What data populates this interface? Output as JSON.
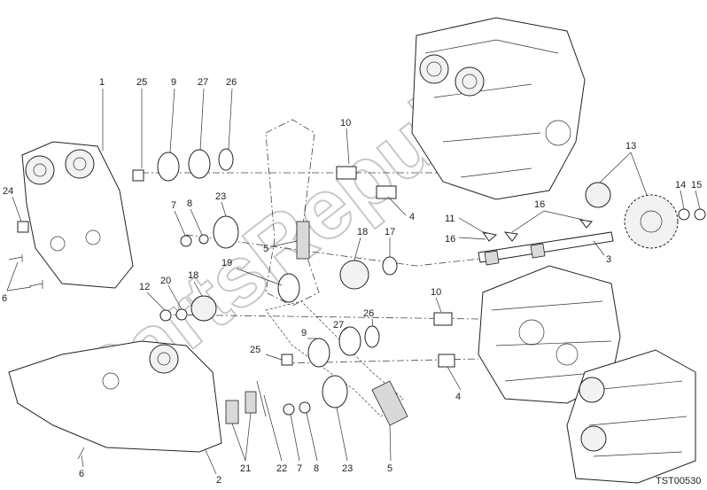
{
  "watermark": "PartsRepublik",
  "drawing_code": "TST00530",
  "callouts": {
    "c1": "1",
    "c25a": "25",
    "c9a": "9",
    "c27a": "27",
    "c26a": "26",
    "c10a": "10",
    "c24": "24",
    "c23a": "23",
    "c7a": "7",
    "c8a": "8",
    "c4a": "4",
    "c6a": "6",
    "c5a": "5",
    "c18a": "18",
    "c17": "17",
    "c11": "11",
    "c16a": "16",
    "c16b": "16",
    "c13": "13",
    "c14": "14",
    "c15": "15",
    "c3": "3",
    "c19": "19",
    "c12": "12",
    "c20": "20",
    "c18b": "18",
    "c10b": "10",
    "c26b": "26",
    "c27b": "27",
    "c9b": "9",
    "c25b": "25",
    "c4b": "4",
    "c2": "2",
    "c21": "21",
    "c22": "22",
    "c7b": "7",
    "c8b": "8",
    "c23b": "23",
    "c5b": "5",
    "c6b": "6"
  }
}
